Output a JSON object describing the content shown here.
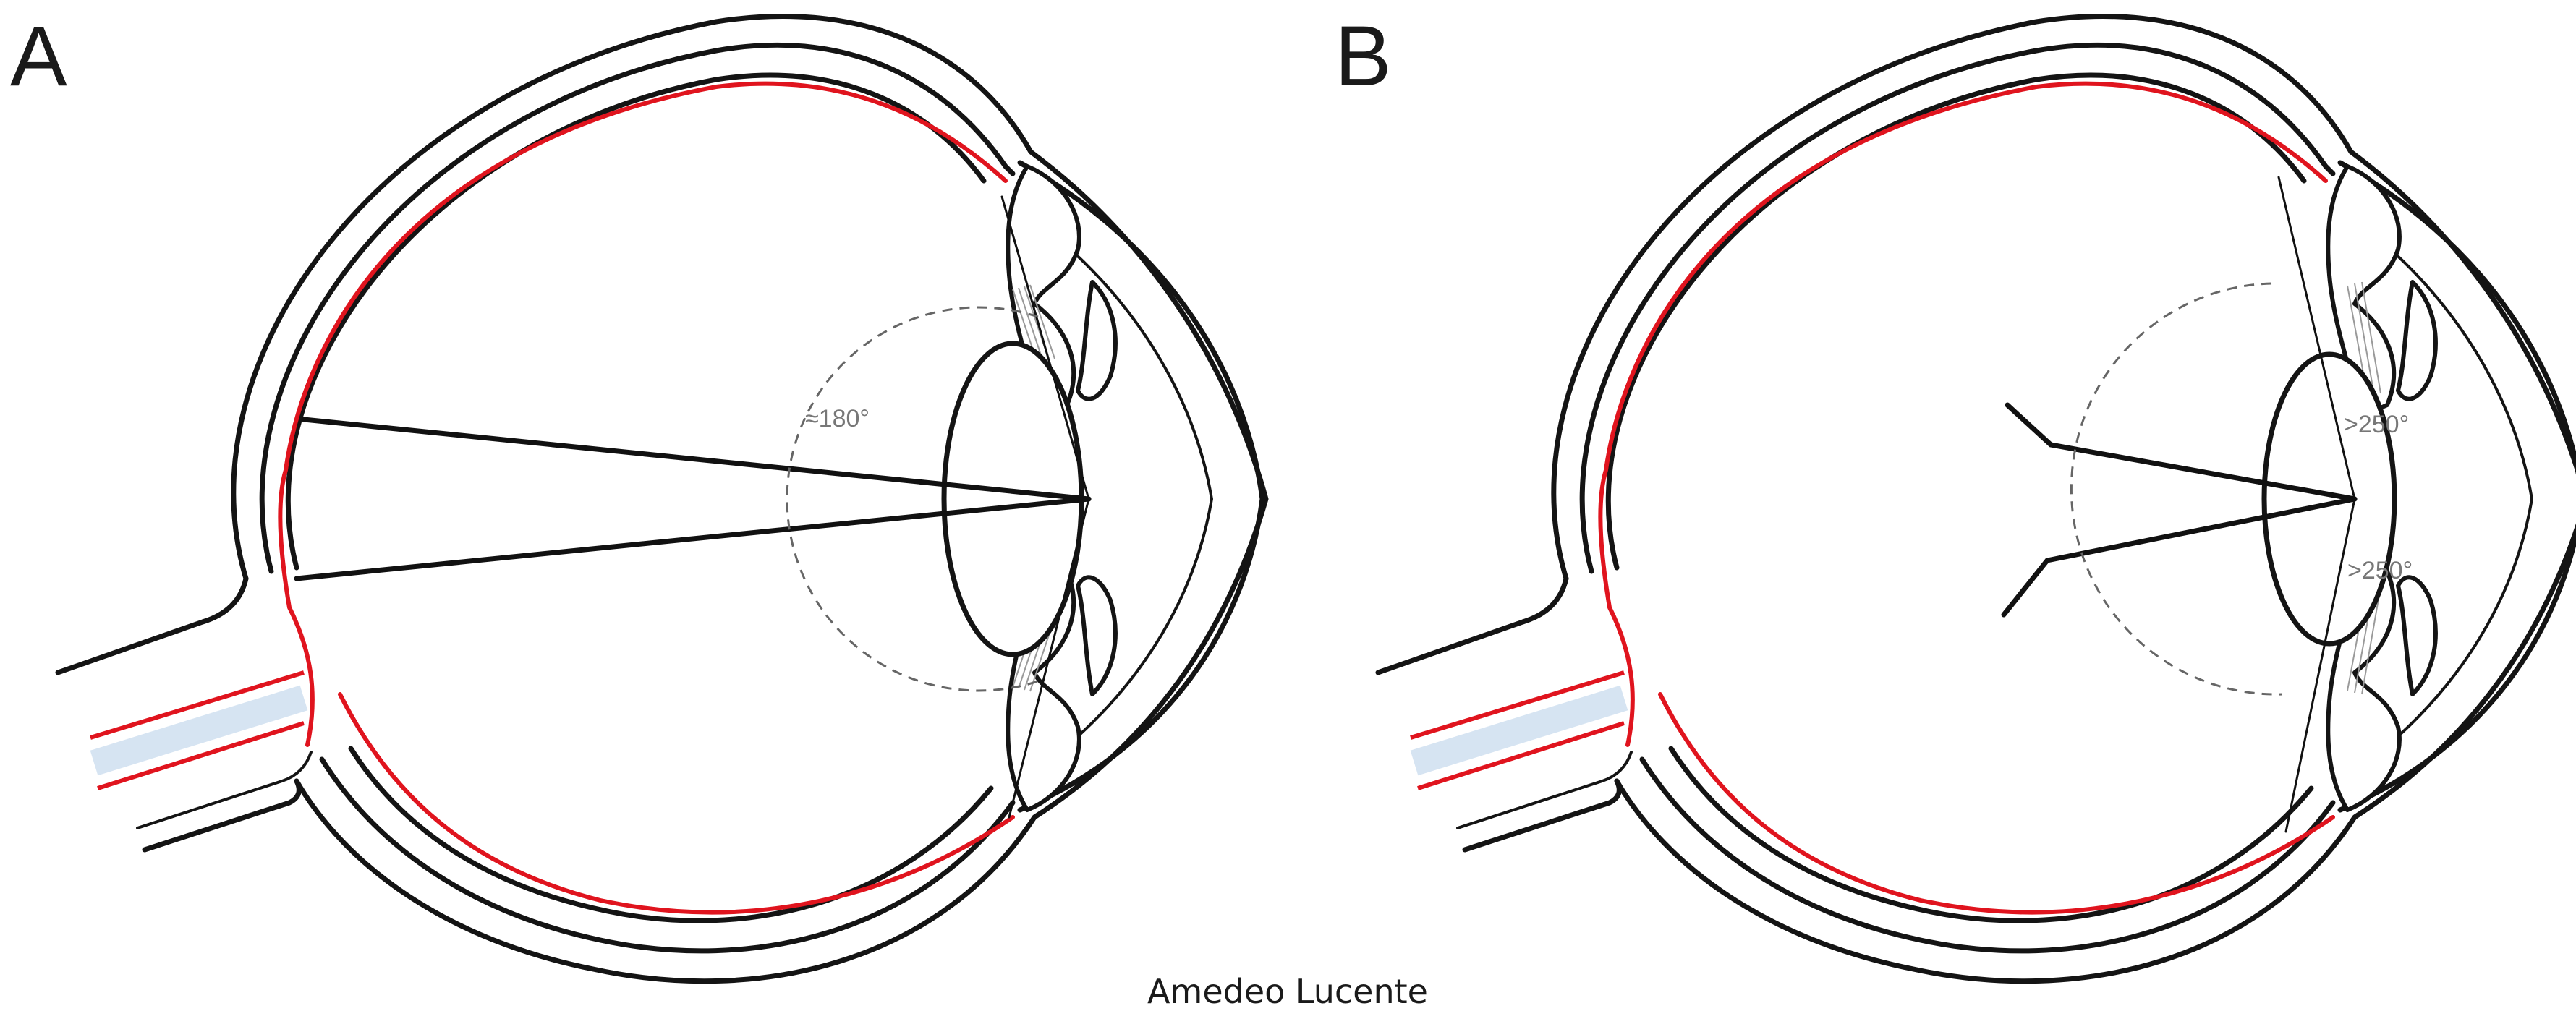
{
  "panels": [
    {
      "id": "A",
      "label": "A",
      "angle_labels": [
        "≈180°"
      ]
    },
    {
      "id": "B",
      "label": "B",
      "angle_labels": [
        ">250°",
        ">250°"
      ]
    }
  ],
  "credit": "Amedeo Lucente",
  "colors": {
    "outline": "#141414",
    "retina": "#e0141e",
    "optic_nerve_fill": "#d6e4f2",
    "angle_text": "#777777",
    "dashed_arc": "#666666"
  }
}
